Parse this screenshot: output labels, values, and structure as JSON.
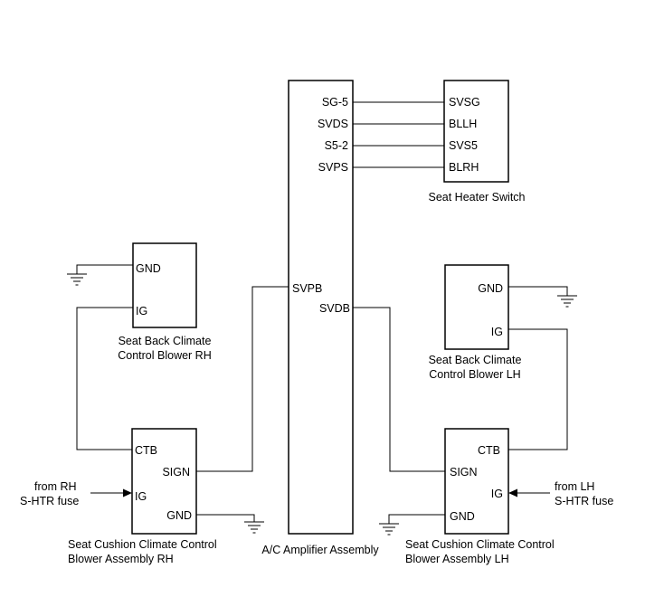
{
  "amplifier": {
    "label": "A/C Amplifier Assembly",
    "pins": {
      "sg5": "SG-5",
      "svds": "SVDS",
      "s52": "S5-2",
      "svps": "SVPS",
      "svpb": "SVPB",
      "svdb": "SVDB"
    }
  },
  "heater_switch": {
    "label": "Seat Heater Switch",
    "pins": {
      "svsg": "SVSG",
      "bllh": "BLLH",
      "svs5": "SVS5",
      "blrh": "BLRH"
    }
  },
  "back_blower_rh": {
    "label_line1": "Seat Back Climate",
    "label_line2": "Control Blower RH",
    "pins": {
      "gnd": "GND",
      "ig": "IG"
    }
  },
  "back_blower_lh": {
    "label_line1": "Seat Back Climate",
    "label_line2": "Control Blower LH",
    "pins": {
      "gnd": "GND",
      "ig": "IG"
    }
  },
  "cushion_blower_rh": {
    "label_line1": "Seat Cushion Climate Control",
    "label_line2": "Blower Assembly RH",
    "pins": {
      "ctb": "CTB",
      "sign": "SIGN",
      "ig": "IG",
      "gnd": "GND"
    },
    "fuse_line1": "from RH",
    "fuse_line2": "S-HTR fuse"
  },
  "cushion_blower_lh": {
    "label_line1": "Seat Cushion Climate Control",
    "label_line2": "Blower Assembly LH",
    "pins": {
      "ctb": "CTB",
      "sign": "SIGN",
      "ig": "IG",
      "gnd": "GND"
    },
    "fuse_line1": "from LH",
    "fuse_line2": "S-HTR fuse"
  }
}
